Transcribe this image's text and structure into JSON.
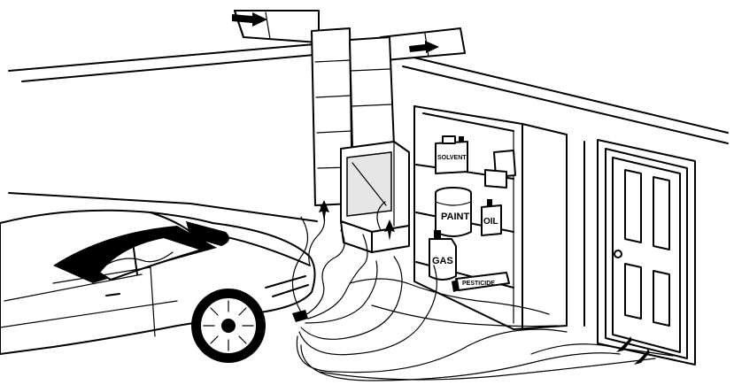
{
  "labels": {
    "solvent": "SOLVENT",
    "paint": "PAINT",
    "oil": "OIL",
    "gas": "GAS",
    "pesticide": "PESTICIDE"
  },
  "colors": {
    "line": "#000000",
    "background": "#ffffff",
    "glass": "#e6e6e6"
  }
}
